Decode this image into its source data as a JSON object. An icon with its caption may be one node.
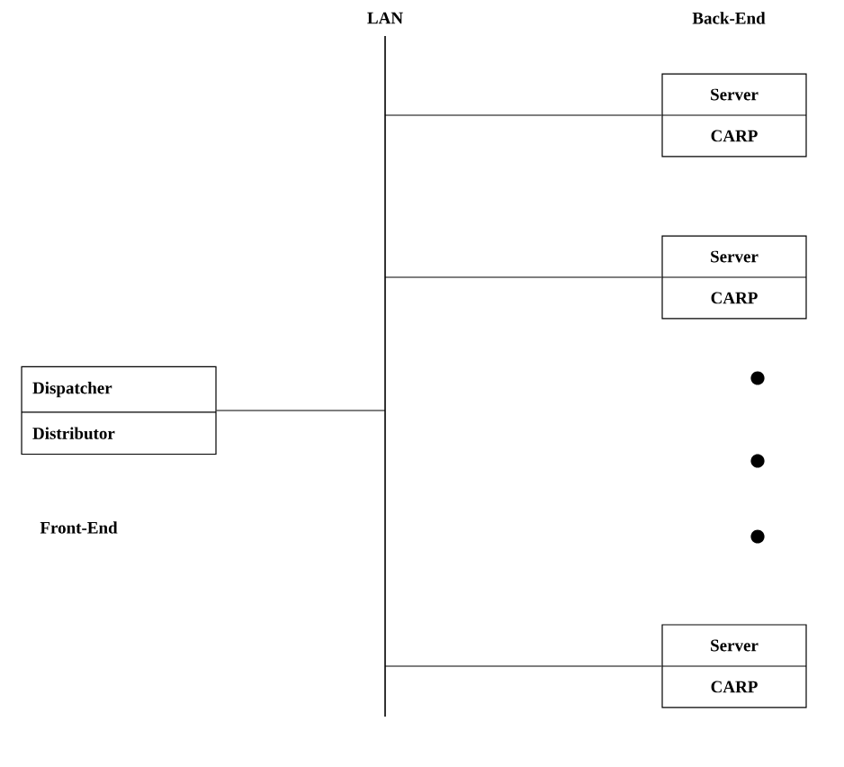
{
  "diagram": {
    "nodes": [
      {
        "text": [
          "LAN"
        ]
      },
      {
        "text": [
          "Dispatcher",
          "Distributor"
        ],
        "beside": [
          "Front-End"
        ]
      },
      {
        "text": [
          "Server",
          "CARP"
        ]
      },
      {
        "text": [
          "Server",
          "CARP"
        ]
      },
      {
        "text": [
          "Server",
          "CARP"
        ]
      }
    ],
    "edges": [
      {
        "from": 1,
        "to": 0,
        "arrow": "none"
      },
      {
        "from": 0,
        "to": 2,
        "arrow": "none"
      },
      {
        "from": 0,
        "to": 3,
        "arrow": "none"
      },
      {
        "from": 0,
        "to": 4,
        "arrow": "none"
      }
    ],
    "labels": [
      "Back-End"
    ]
  }
}
